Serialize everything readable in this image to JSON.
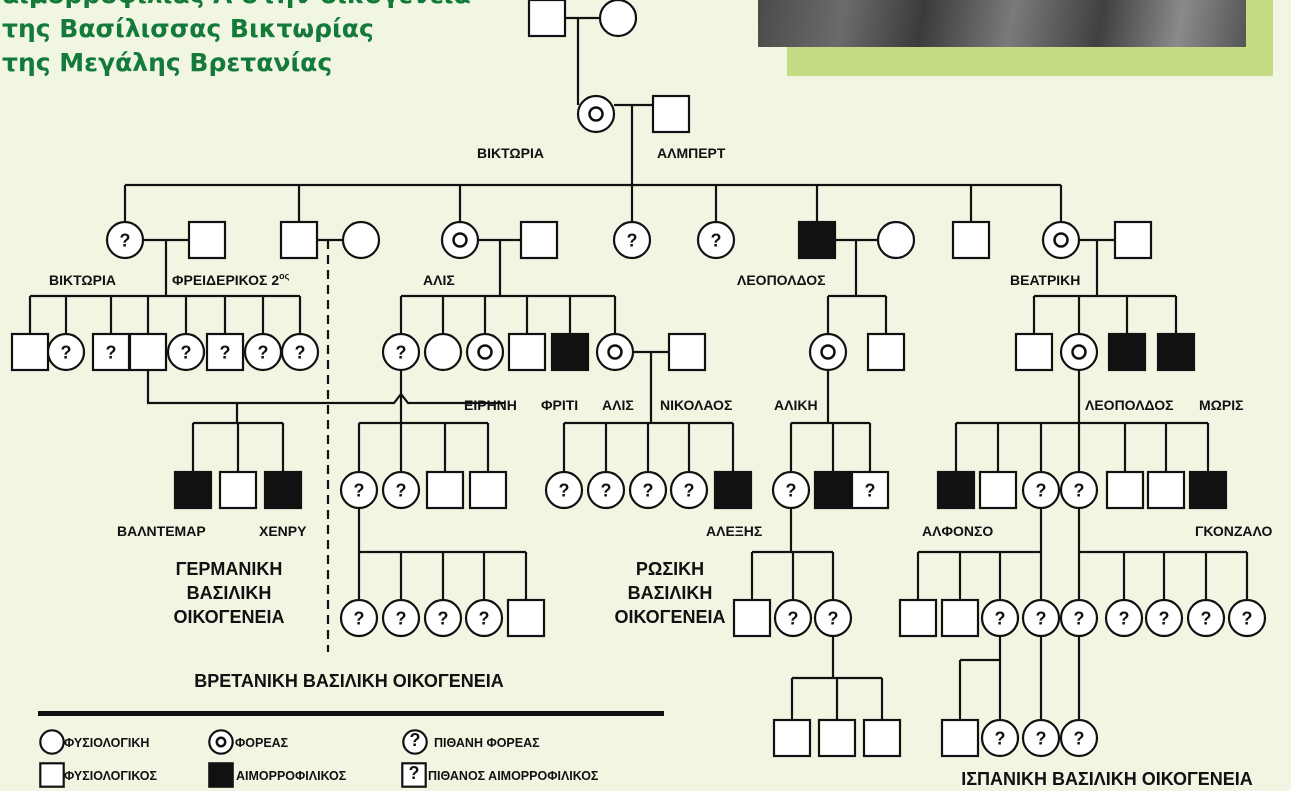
{
  "title_lines": [
    "αιμορροφιλίας Α στην οικογένεια",
    "της Βασίλισσας Βικτωρίας",
    "της Μεγάλης Βρετανίας"
  ],
  "colors": {
    "background": "#f1f6e3",
    "title": "#137a3a",
    "photo_frame": "#c4dc84",
    "line": "#111111",
    "affected": "#111111"
  },
  "labels": {
    "viktoria": "ΒΙΚΤΩΡΙΑ",
    "albert": "ΑΛΜΠΕΡΤ",
    "viktoria_daughter": "ΒΙΚΤΩΡΙΑ",
    "friedrich": "ΦΡΕΙΔΕΡΙΚΟΣ 2",
    "friedrich_sup": "ος",
    "alis": "ΑΛΙΣ",
    "leopoldos": "ΛΕΟΠΟΛΔΟΣ",
    "beatriki": "ΒΕΑΤΡΙΚΗ",
    "eirini": "ΕΙΡΗΝΗ",
    "friti": "ΦΡΙΤΙ",
    "alis2": "ΑΛΙΣ",
    "nikolaos": "ΝΙΚΟΛΑΟΣ",
    "aliki": "ΑΛΙΚΗ",
    "leopoldos2": "ΛΕΟΠΟΛΔΟΣ",
    "moris": "ΜΩΡΙΣ",
    "valdemar": "ΒΑΛΝΤΕΜΑΡ",
    "henry": "ΧΕΝΡΥ",
    "alexis": "ΑΛΕΞΗΣ",
    "alfonso": "ΑΛΦΟΝΣΟ",
    "gonzalo": "ΓΚΟΝΖΑΛΟ"
  },
  "families": {
    "german": [
      "ΓΕΡΜΑΝΙΚΗ",
      "ΒΑΣΙΛΙΚΗ",
      "ΟΙΚΟΓΕΝΕΙΑ"
    ],
    "russian": [
      "ΡΩΣΙΚΗ",
      "ΒΑΣΙΛΙΚΗ",
      "ΟΙΚΟΓΕΝΕΙΑ"
    ],
    "british": "ΒΡΕΤΑΝΙΚΗ ΒΑΣΙΛΙΚΗ ΟΙΚΟΓΕΝΕΙΑ",
    "spanish": "ΙΣΠΑΝΙΚΗ ΒΑΣΙΛΙΚΗ ΟΙΚΟΓΕΝΕΙΑ"
  },
  "legend": {
    "normal_female": "ΦΥΣΙΟΛΟΓΙΚΗ",
    "carrier": "ΦΟΡΕΑΣ",
    "possible_carrier": "ΠΙΘΑΝΗ ΦΟΡΕΑΣ",
    "normal_male": "ΦΥΣΙΟΛΟΓΙΚΟΣ",
    "hemophiliac": "ΑΙΜΟΡΡΟΦΙΛΙΚΟΣ",
    "possible_hemophiliac": "ΠΙΘΑΝΟΣ ΑΙΜΟΡΡΟΦΙΛΙΚΟΣ"
  },
  "question_mark": "?"
}
